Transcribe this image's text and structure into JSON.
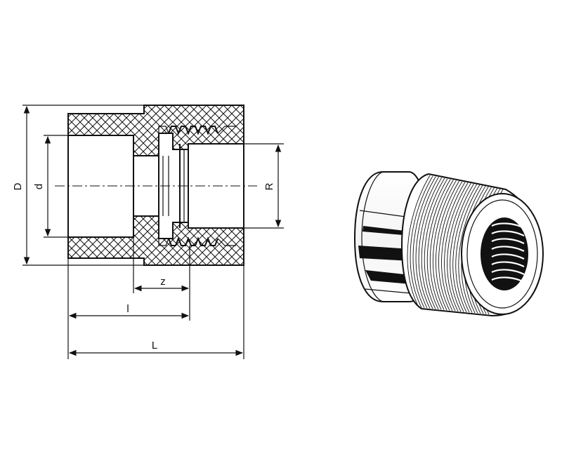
{
  "labels": {
    "D": "D",
    "d": "d",
    "R": "R",
    "z": "z",
    "l": "l",
    "L": "L"
  },
  "colors": {
    "line": "#111111",
    "background": "#ffffff"
  }
}
